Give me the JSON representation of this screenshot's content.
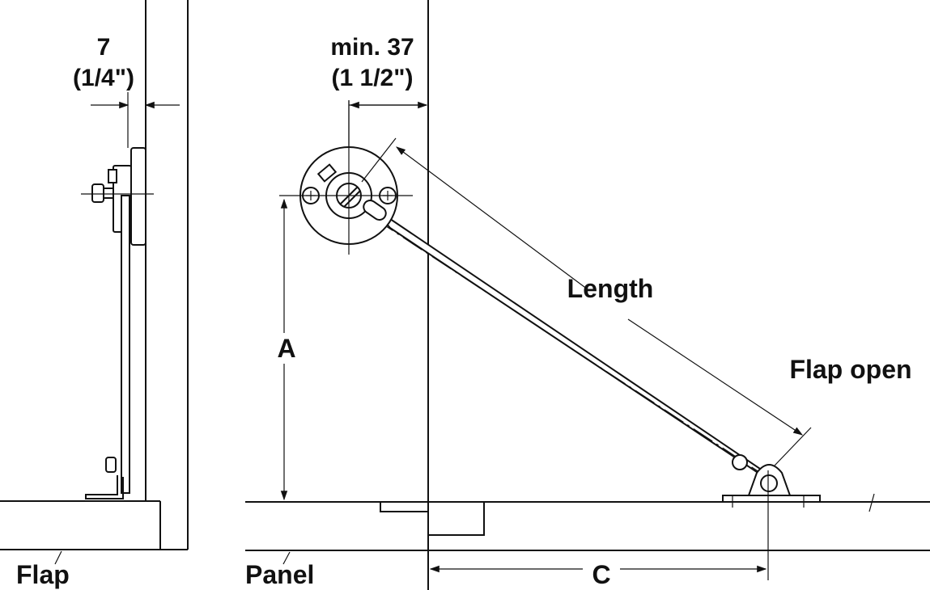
{
  "diagram": {
    "left_view": {
      "dimension_metric": "7",
      "dimension_imperial": "(1/4\")",
      "part_label": "Flap"
    },
    "right_view": {
      "dimension_min_metric": "min. 37",
      "dimension_min_imperial": "(1 1/2\")",
      "length_label": "Length",
      "state_label": "Flap open",
      "height_label": "A",
      "offset_label": "C",
      "part_label": "Panel"
    },
    "colors": {
      "ink": "#111111",
      "background": "#ffffff"
    }
  }
}
